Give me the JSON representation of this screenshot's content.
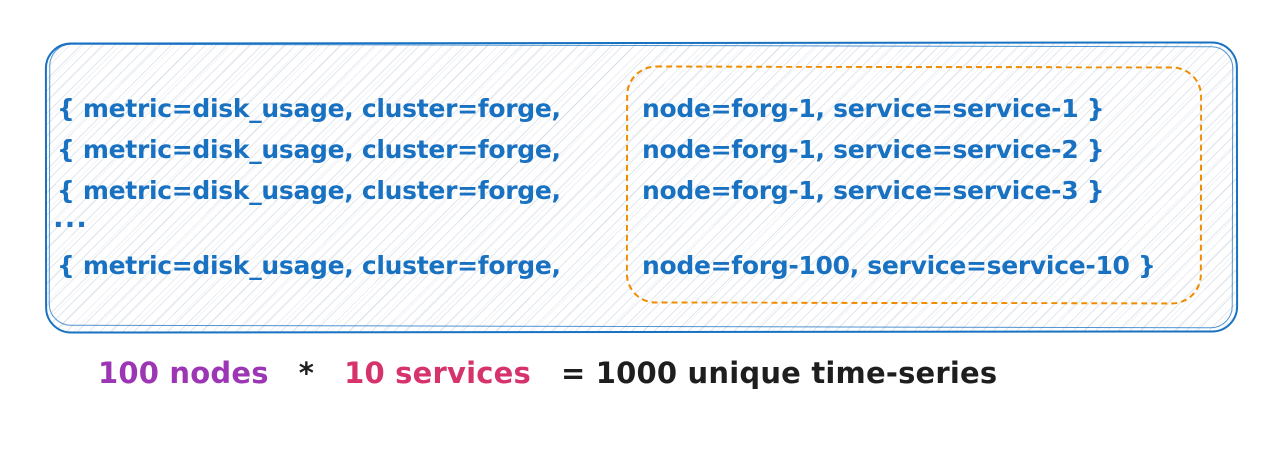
{
  "colors": {
    "blue": "#1971c2",
    "orange": "#f08c00",
    "purple": "#9c36b5",
    "pink": "#d6336c",
    "ink": "#1e1e1e"
  },
  "series_box": {
    "rows": [
      {
        "left": "{ metric=disk_usage, cluster=forge,",
        "right": "node=forg-1, service=service-1 }"
      },
      {
        "left": "{ metric=disk_usage, cluster=forge,",
        "right": "node=forg-1, service=service-2 }"
      },
      {
        "left": "{ metric=disk_usage, cluster=forge,",
        "right": "node=forg-1, service=service-3 }"
      },
      {
        "left": "..."
      },
      {
        "left": "{ metric=disk_usage, cluster=forge,",
        "right": "node=forg-100, service=service-10 }"
      }
    ]
  },
  "caption": {
    "segments": [
      {
        "text": "100 nodes"
      },
      {
        "text": "*"
      },
      {
        "text": "10 services"
      },
      {
        "text": "= 1000 unique time-series"
      }
    ]
  }
}
